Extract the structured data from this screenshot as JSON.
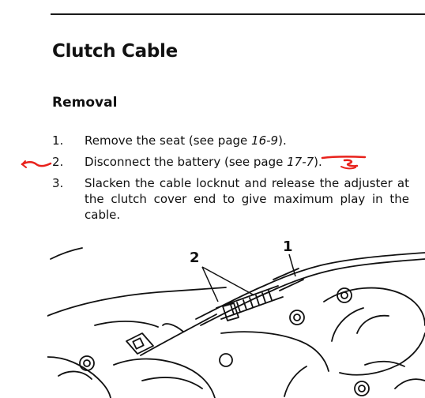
{
  "page": {
    "title": "Clutch Cable",
    "section": "Removal"
  },
  "steps": [
    {
      "number": "1.",
      "text": "Remove the seat (see page ",
      "ref": "16-9",
      "suffix": ")."
    },
    {
      "number": "2.",
      "text": "Disconnect the battery (see page ",
      "ref": "17-7",
      "suffix": ")."
    },
    {
      "number": "3.",
      "text": "Slacken the cable locknut and release the adjuster at the clutch cover end to give maximum play in the cable."
    }
  ],
  "figure": {
    "callouts": [
      "1",
      "2"
    ]
  },
  "colors": {
    "annotation": "#e8211b",
    "ink": "#111111"
  }
}
